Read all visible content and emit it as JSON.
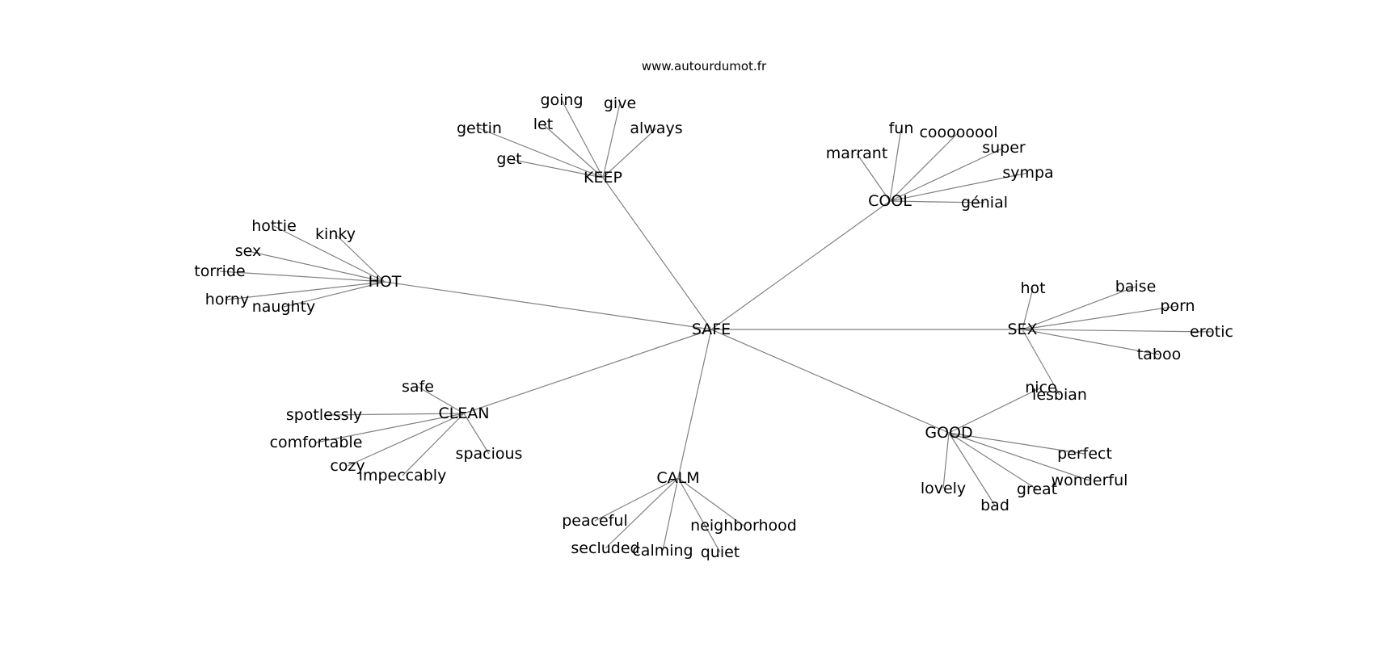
{
  "credit": "www.autourdumot.fr",
  "center": "SAFE",
  "groups": [
    {
      "hub": "KEEP",
      "words": [
        "going",
        "give",
        "always",
        "let",
        "gettin",
        "get"
      ]
    },
    {
      "hub": "COOL",
      "words": [
        "fun",
        "coooooool",
        "super",
        "marrant",
        "sympa",
        "génial"
      ]
    },
    {
      "hub": "HOT",
      "words": [
        "hottie",
        "kinky",
        "sex",
        "torride",
        "horny",
        "naughty"
      ]
    },
    {
      "hub": "SEX",
      "words": [
        "hot",
        "baise",
        "porn",
        "erotic",
        "taboo",
        "lesbian"
      ]
    },
    {
      "hub": "CLEAN",
      "words": [
        "safe",
        "spotlessly",
        "comfortable",
        "cozy",
        "impeccably",
        "spacious"
      ]
    },
    {
      "hub": "GOOD",
      "words": [
        "nice",
        "perfect",
        "wonderful",
        "great",
        "lovely",
        "bad"
      ]
    },
    {
      "hub": "CALM",
      "words": [
        "peaceful",
        "neighborhood",
        "secluded",
        "calming",
        "quiet"
      ]
    }
  ]
}
